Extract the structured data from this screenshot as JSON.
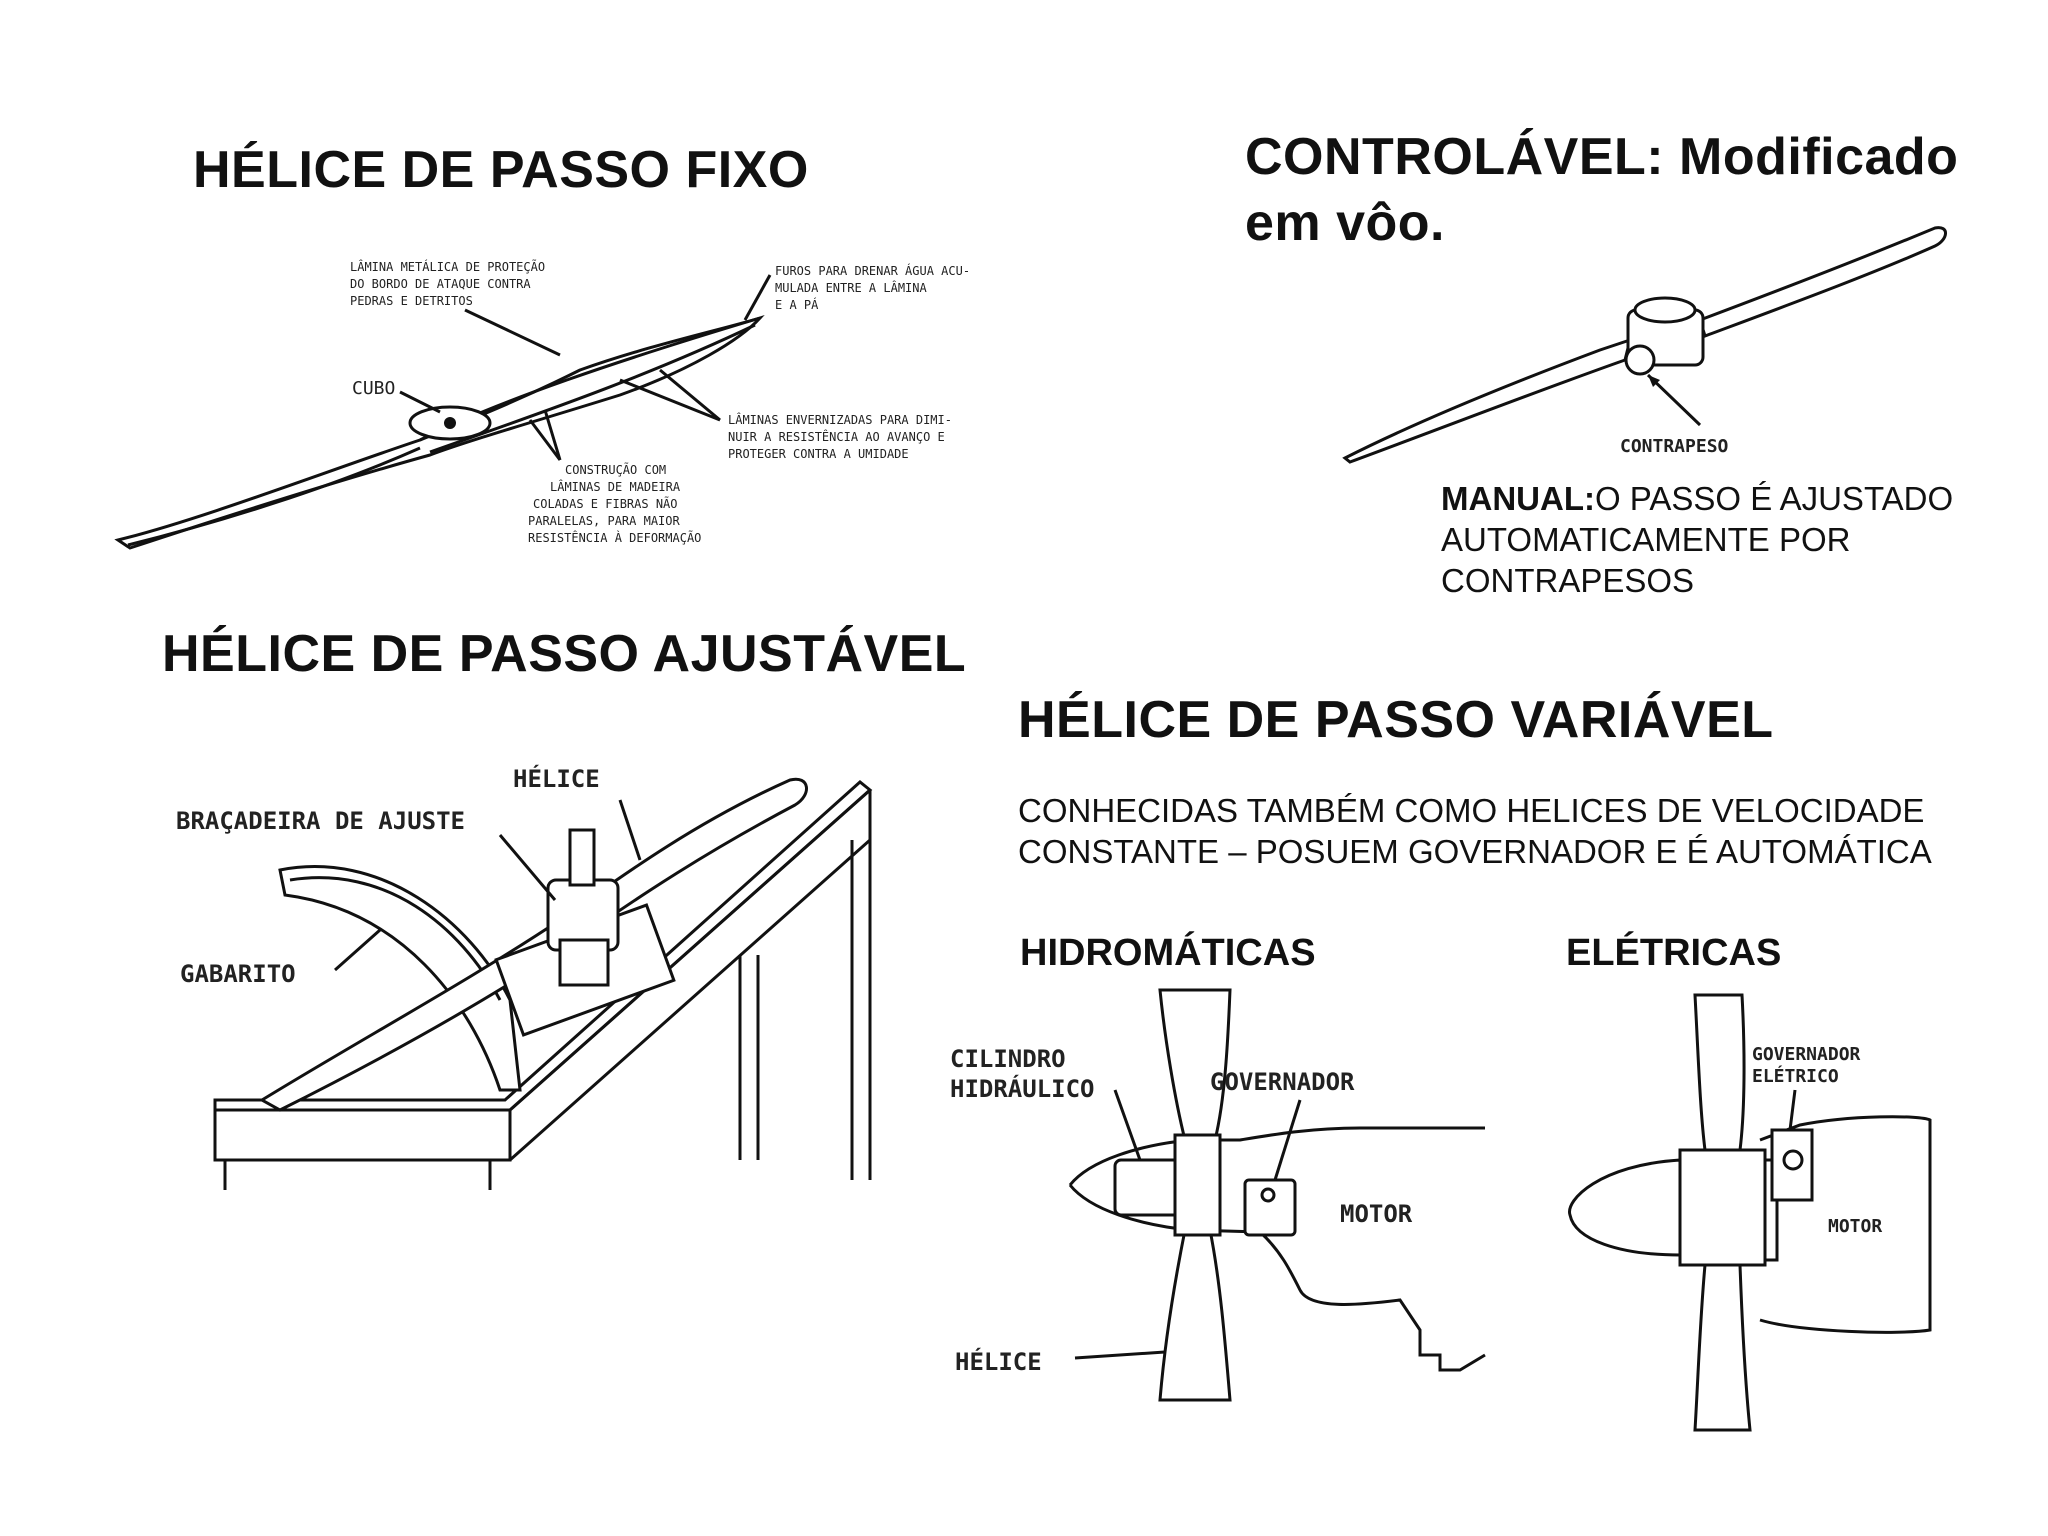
{
  "fixed": {
    "title": "HÉLICE DE PASSO FIXO",
    "label_lamina_metalica": [
      "LÂMINA METÁLICA DE PROTEÇÃO",
      "DO BORDO DE ATAQUE CONTRA",
      "PEDRAS E DETRITOS"
    ],
    "label_furos": [
      "FUROS PARA DRENAR ÁGUA ACU-",
      "MULADA ENTRE A LÂMINA",
      "E A PÁ"
    ],
    "label_cubo": "CUBO",
    "label_laminas_envernizadas": [
      "LÂMINAS ENVERNIZADAS PARA DIMI-",
      "NUIR A RESISTÊNCIA AO AVANÇO E",
      "PROTEGER CONTRA A UMIDADE"
    ],
    "label_construcao": [
      "CONSTRUÇÃO COM",
      "LÂMINAS DE MADEIRA",
      "COLADAS E FIBRAS NÃO",
      "PARALELAS, PARA MAIOR",
      "RESISTÊNCIA À DEFORMAÇÃO"
    ]
  },
  "controllable": {
    "title_line1": "CONTROLÁVEL: Modificado",
    "title_line2": "em vôo.",
    "label_contrapeso": "CONTRAPESO",
    "manual_bold": "MANUAL:",
    "manual_line1": "O PASSO É AJUSTADO",
    "manual_line2": "AUTOMATICAMENTE POR",
    "manual_line3": "CONTRAPESOS"
  },
  "adjustable": {
    "title": "HÉLICE DE PASSO AJUSTÁVEL",
    "label_helice": "HÉLICE",
    "label_bracadeira": "BRAÇADEIRA DE AJUSTE",
    "label_gabarito": "GABARITO"
  },
  "variable": {
    "title": "HÉLICE DE PASSO VARIÁVEL",
    "desc_line1": "CONHECIDAS TAMBÉM COMO HELICES DE VELOCIDADE",
    "desc_line2": "CONSTANTE – POSUEM GOVERNADOR E É AUTOMÁTICA",
    "hydro": {
      "title": "HIDROMÁTICAS",
      "label_cilindro_1": "CILINDRO",
      "label_cilindro_2": "HIDRÁULICO",
      "label_governador": "GOVERNADOR",
      "label_motor": "MOTOR",
      "label_helice": "HÉLICE"
    },
    "electric": {
      "title": "ELÉTRICAS",
      "label_governador_1": "GOVERNADOR",
      "label_governador_2": "ELÉTRICO",
      "label_motor": "MOTOR"
    }
  }
}
